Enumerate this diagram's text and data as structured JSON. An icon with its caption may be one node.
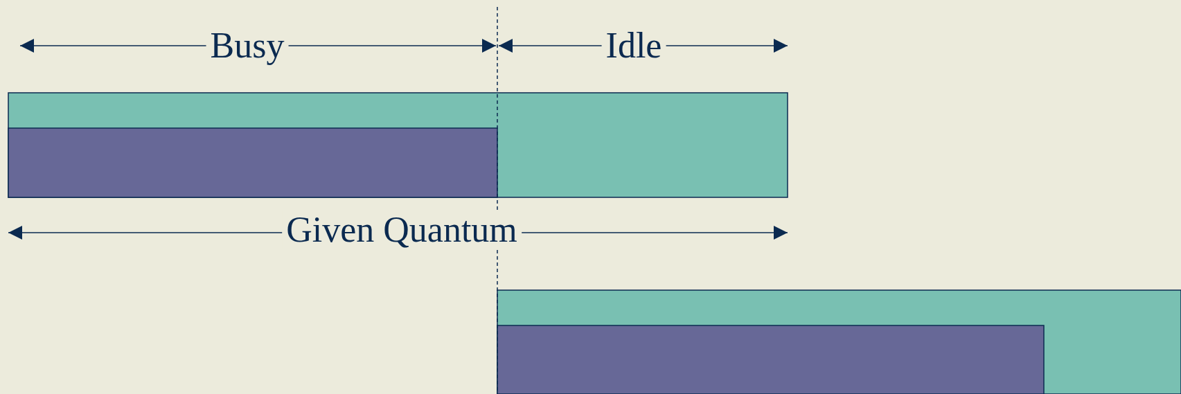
{
  "diagram": {
    "labels": [
      "Busy",
      "Idle",
      "Given Quantum"
    ]
  }
}
